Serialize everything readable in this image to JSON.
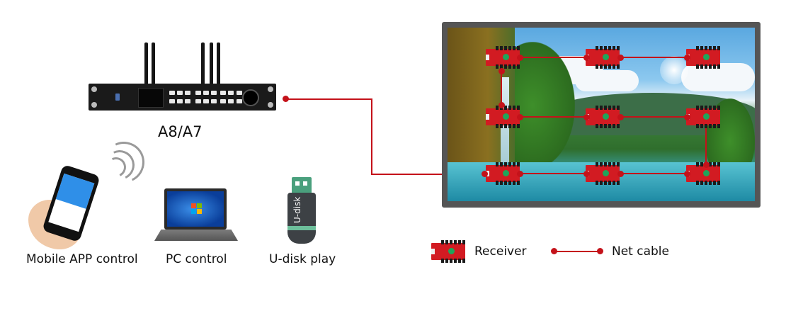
{
  "controller": {
    "model_label": "A8/A7",
    "antenna_count": 5
  },
  "control_methods": [
    {
      "id": "mobile",
      "label": "Mobile APP control",
      "icon": "smartphone-icon"
    },
    {
      "id": "pc",
      "label": "PC control",
      "icon": "laptop-icon"
    },
    {
      "id": "udisk",
      "label": "U-disk play",
      "icon": "usb-drive-icon"
    }
  ],
  "udisk": {
    "stick_text": "U-disk"
  },
  "led_screen": {
    "receiver_grid": {
      "rows": 3,
      "cols": 3
    },
    "receivers_count": 9
  },
  "legend": {
    "receiver_label": "Receiver",
    "net_cable_label": "Net cable"
  },
  "colors": {
    "cable": "#c4121a",
    "receiver_board": "#d21b22",
    "screen_frame": "#555555",
    "udisk_accent": "#4aa07d"
  }
}
